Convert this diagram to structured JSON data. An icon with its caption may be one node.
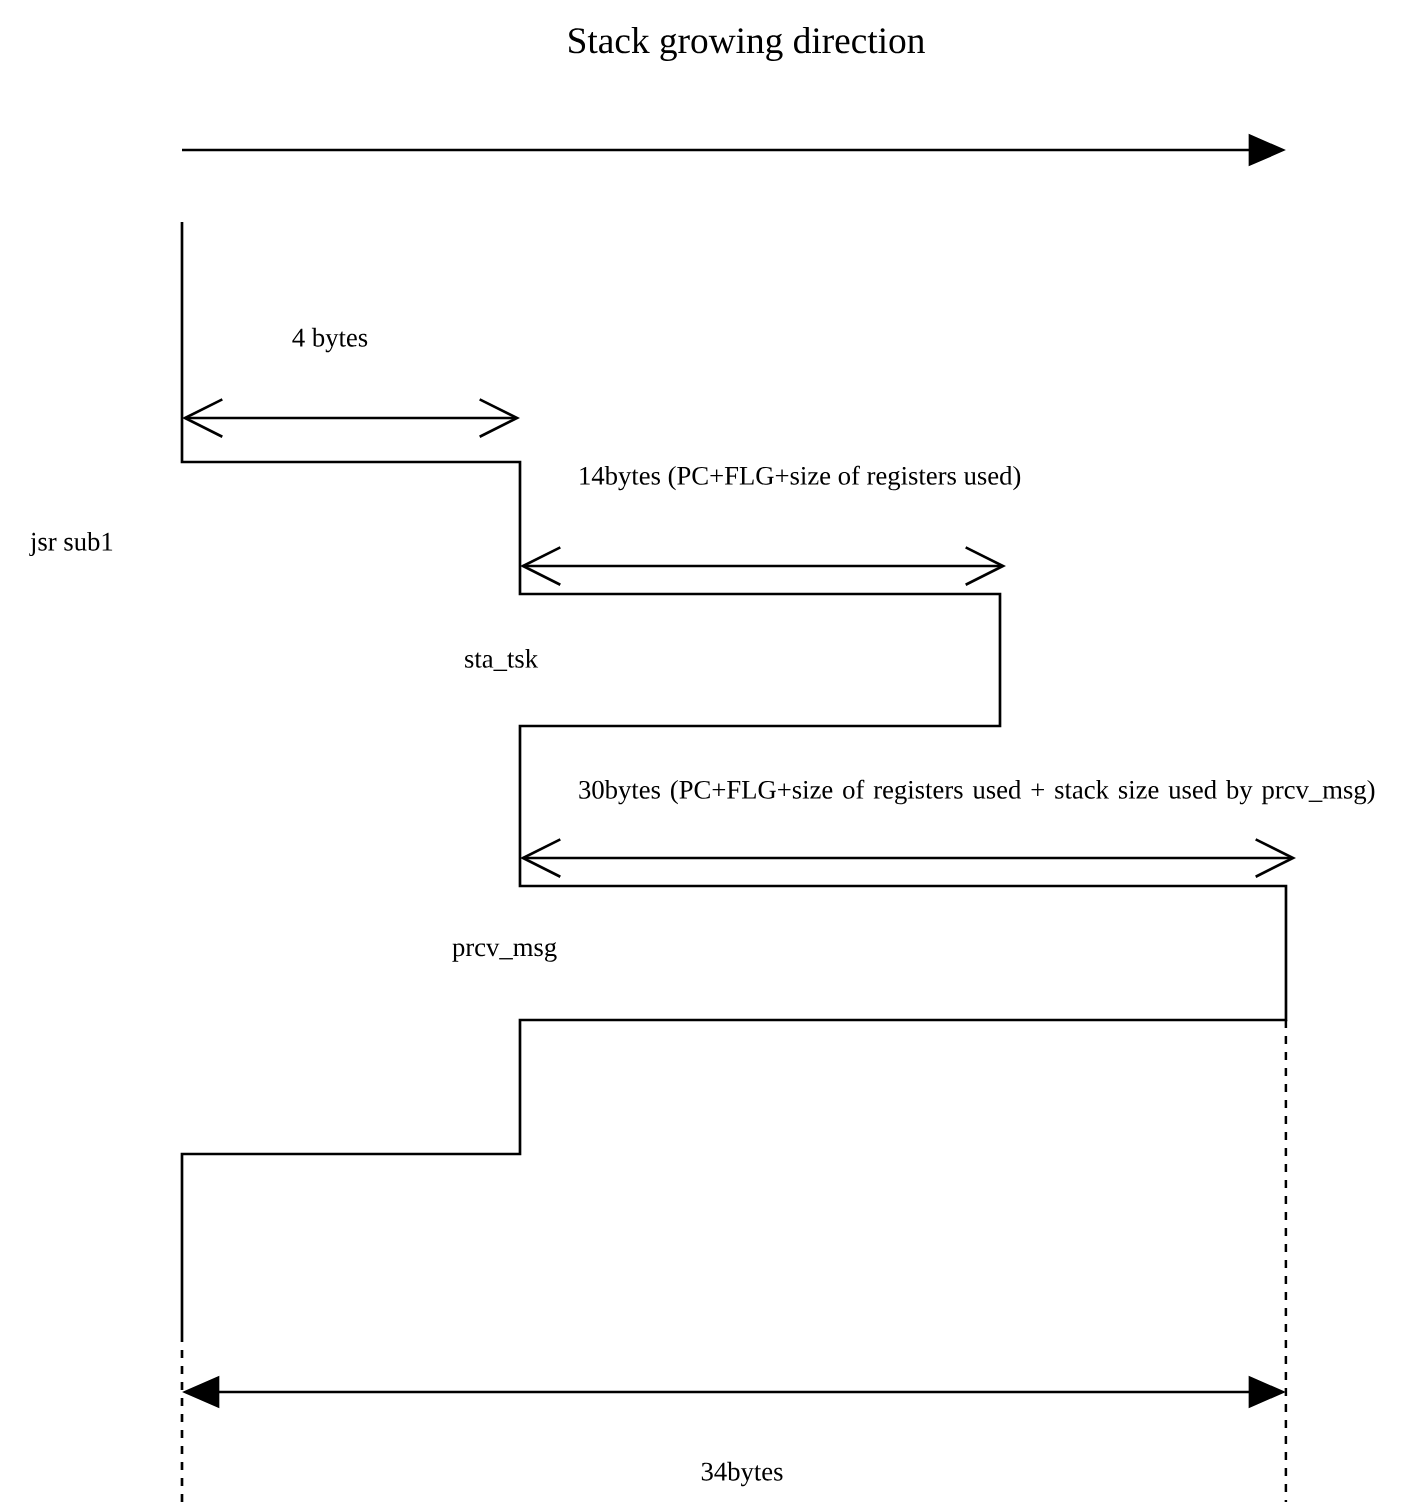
{
  "diagram": {
    "title": "Stack growing direction",
    "labels": [
      "4 bytes",
      "14bytes (PC+FLG+size of registers used)",
      "jsr sub1",
      "sta_tsk",
      "30bytes (PC+FLG+size of registers used + stack size used by prcv_msg)",
      "prcv_msg",
      "34bytes"
    ]
  }
}
